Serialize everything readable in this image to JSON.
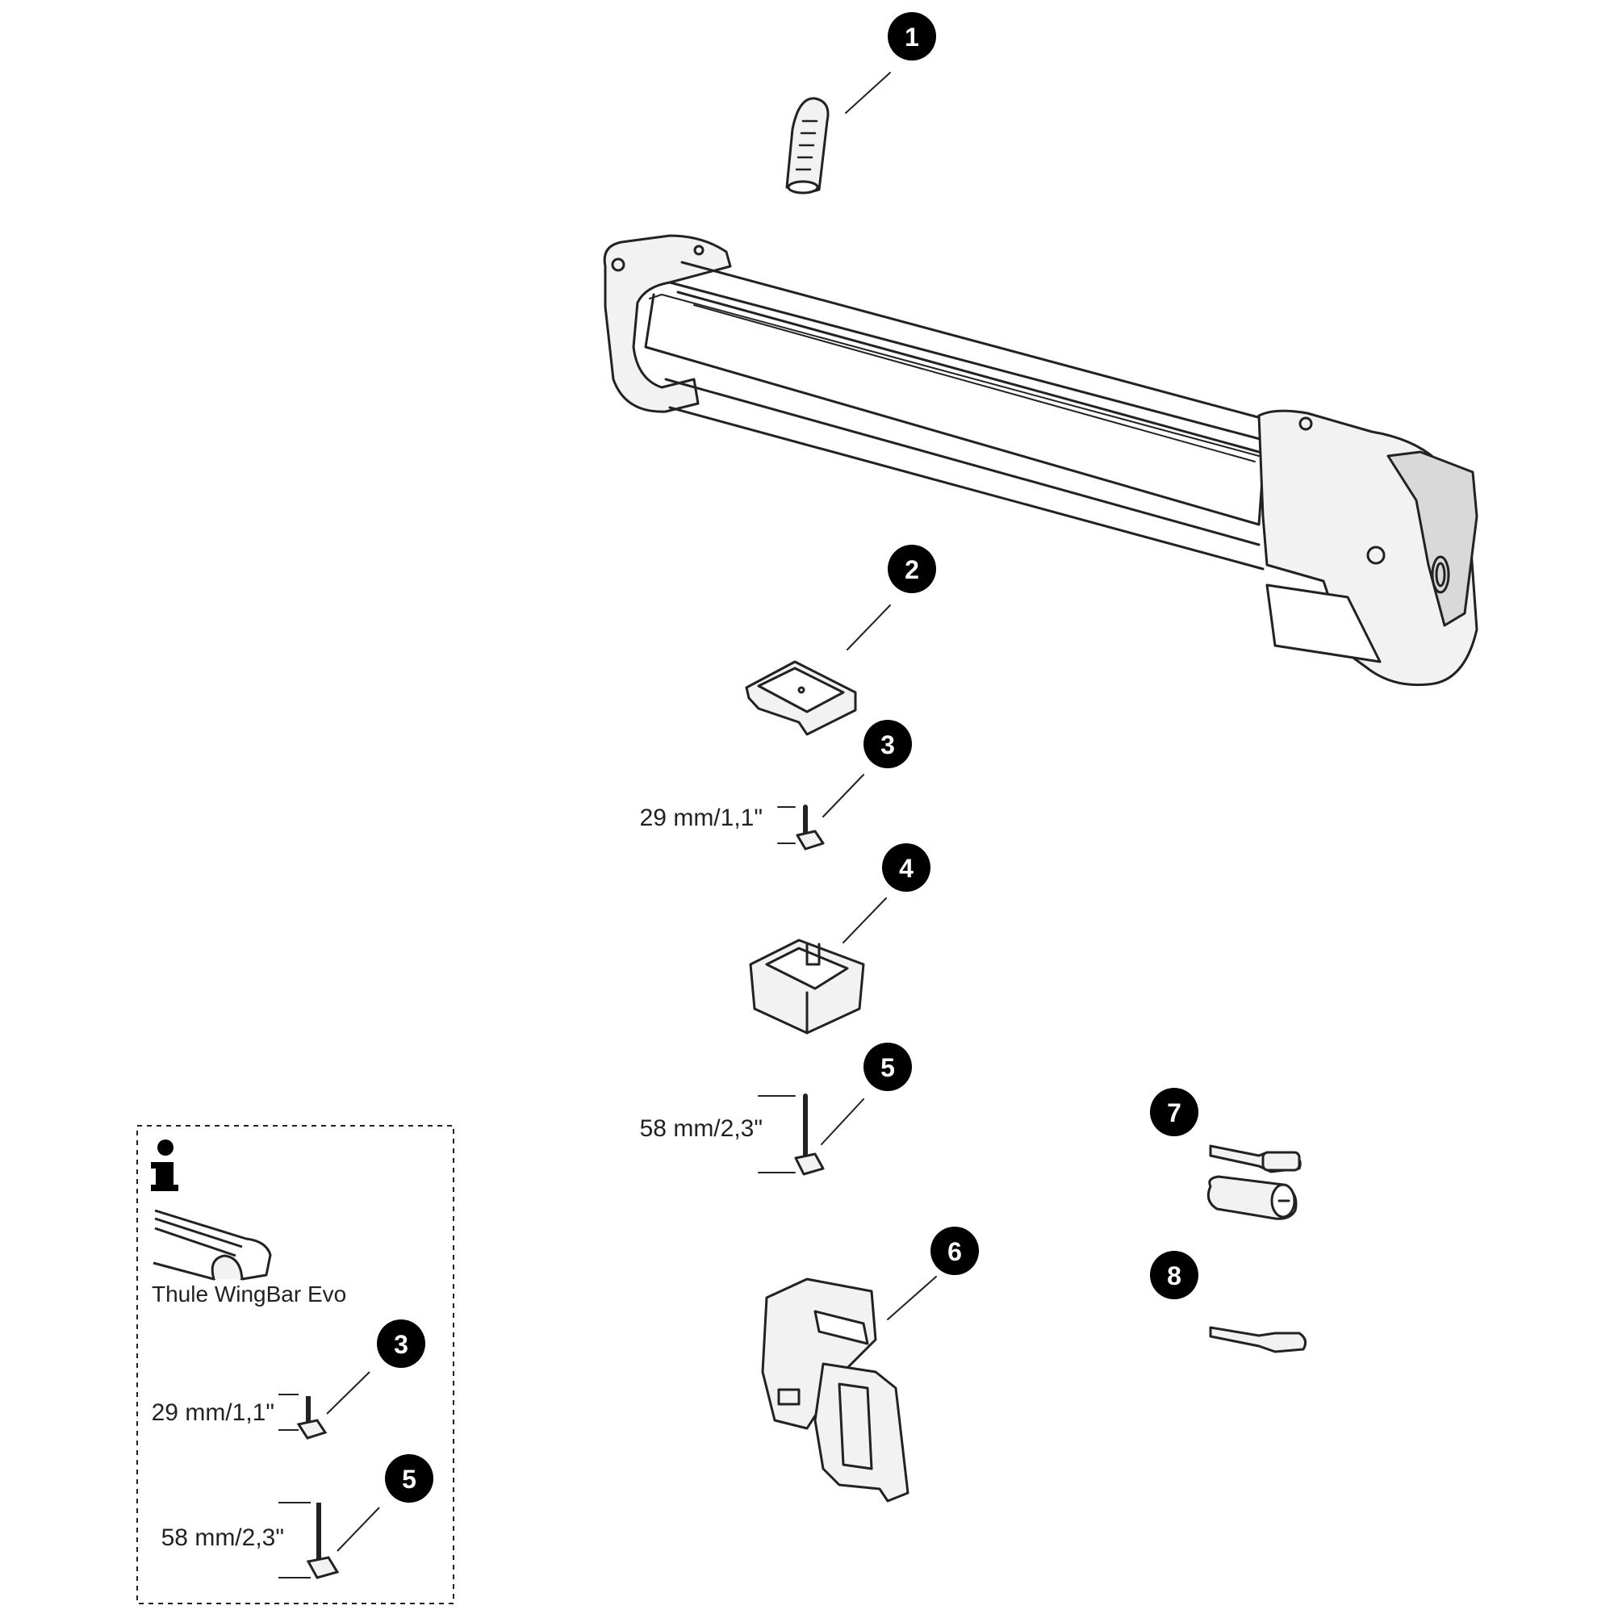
{
  "callouts": [
    {
      "id": "1",
      "label": "1"
    },
    {
      "id": "2",
      "label": "2"
    },
    {
      "id": "3",
      "label": "3"
    },
    {
      "id": "4",
      "label": "4"
    },
    {
      "id": "5",
      "label": "5"
    },
    {
      "id": "6",
      "label": "6"
    },
    {
      "id": "7",
      "label": "7"
    },
    {
      "id": "8",
      "label": "8"
    }
  ],
  "dimensions": {
    "bolt_short": "29 mm/1,1\"",
    "bolt_long": "58 mm/2,3\""
  },
  "info_box": {
    "icon": "info-icon",
    "product_label": "Thule WingBar Evo",
    "callout_short": "3",
    "callout_long": "5",
    "bolt_short": "29 mm/1,1\"",
    "bolt_long": "58 mm/2,3\""
  },
  "colors": {
    "line": "#222222",
    "badge": "#000000",
    "badge_text": "#ffffff",
    "fill_light": "#f2f2f2",
    "fill_mid": "#d9d9d9"
  }
}
